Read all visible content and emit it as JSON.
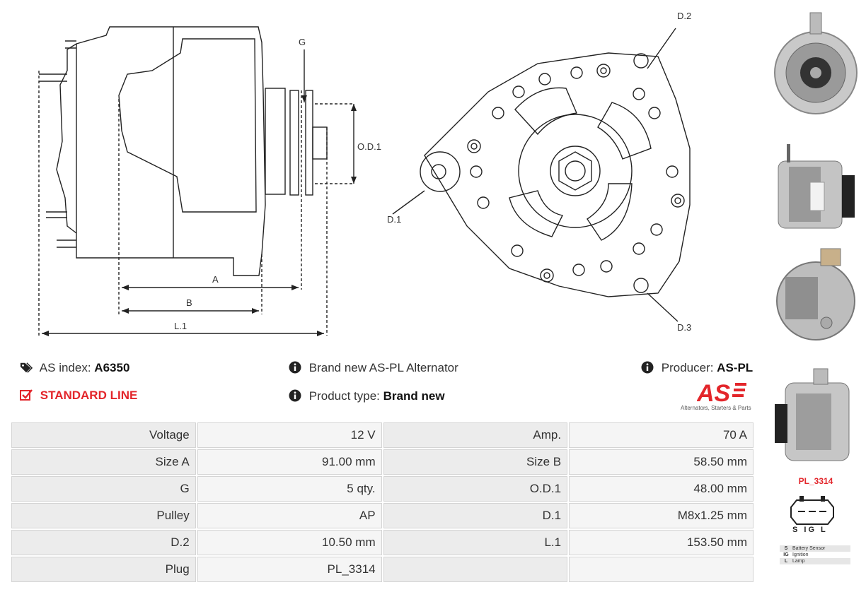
{
  "drawing_labels": {
    "g": "G",
    "od1": "O.D.1",
    "a": "A",
    "b": "B",
    "l1": "L.1",
    "d1": "D.1",
    "d2": "D.2",
    "d3": "D.3"
  },
  "info": {
    "as_index_label": "AS index:",
    "as_index_value": "A6350",
    "standard_line": "STANDARD LINE",
    "description": "Brand new AS-PL Alternator",
    "product_type_label": "Product type:",
    "product_type_value": "Brand new",
    "producer_label": "Producer:",
    "producer_value": "AS-PL"
  },
  "logo": {
    "mark": "AS",
    "tagline": "Alternators, Starters & Parts"
  },
  "specs": [
    [
      "Voltage",
      "12 V",
      "Amp.",
      "70 A"
    ],
    [
      "Size A",
      "91.00 mm",
      "Size B",
      "58.50 mm"
    ],
    [
      "G",
      "5 qty.",
      "O.D.1",
      "48.00 mm"
    ],
    [
      "Pulley",
      "AP",
      "D.1",
      "M8x1.25 mm"
    ],
    [
      "D.2",
      "10.50 mm",
      "L.1",
      "153.50 mm"
    ],
    [
      "Plug",
      "PL_3314",
      "",
      ""
    ]
  ],
  "plug": {
    "code": "PL_3314",
    "pins": "S IG L",
    "legend": [
      {
        "key": "S",
        "value": "Battery Sensor"
      },
      {
        "key": "IG",
        "value": "Ignition"
      },
      {
        "key": "L",
        "value": "Lamp"
      }
    ]
  },
  "colors": {
    "accent": "#e3262b"
  }
}
